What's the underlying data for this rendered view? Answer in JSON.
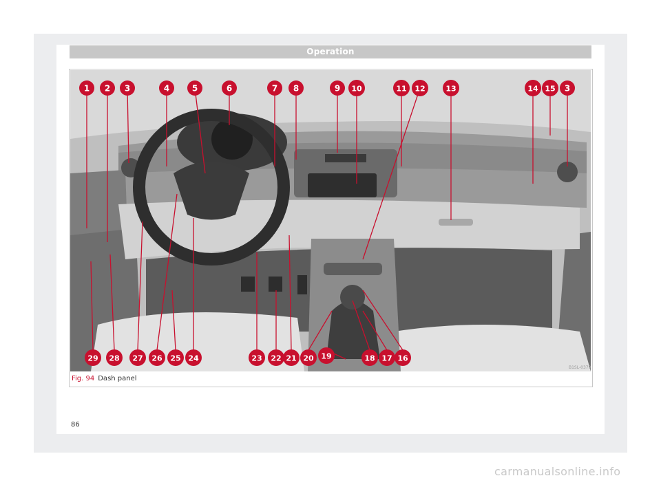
{
  "header": {
    "title": "Operation"
  },
  "figure": {
    "label": "Fig. 94",
    "caption": "Dash panel",
    "code": "B1SL-0379",
    "callouts": [
      "1",
      "2",
      "3",
      "4",
      "5",
      "6",
      "7",
      "8",
      "9",
      "10",
      "11",
      "12",
      "13",
      "14",
      "15",
      "3",
      "29",
      "28",
      "27",
      "26",
      "25",
      "24",
      "23",
      "22",
      "21",
      "20",
      "19",
      "18",
      "17",
      "16"
    ]
  },
  "page": {
    "number": "86"
  },
  "watermark": "carmanualsonline.info",
  "colors": {
    "callout": "#c8102e",
    "header_bg": "#c7c7c7",
    "frame_bg": "#ecedef"
  }
}
